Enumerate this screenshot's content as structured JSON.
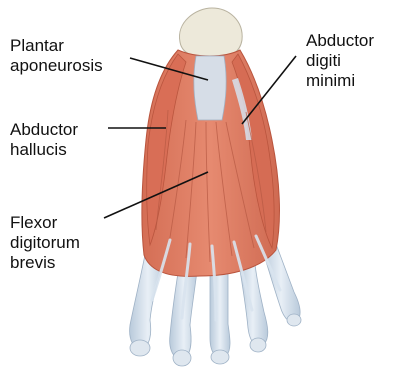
{
  "labels": {
    "plantar_aponeurosis": [
      "Plantar",
      "aponeurosis"
    ],
    "abductor_digiti_minimi": [
      "Abductor",
      "digiti",
      "minimi"
    ],
    "abductor_hallucis": [
      "Abductor",
      "hallucis"
    ],
    "flexor_digitorum_brevis": [
      "Flexor",
      "digitorum",
      "brevis"
    ]
  },
  "colors": {
    "muscle": "#e0826a",
    "muscle_dark": "#c9614a",
    "tendon": "#c8d6e4",
    "tendon_light": "#e3ebf3",
    "bone": "#ece8d8",
    "leader_line": "#111111"
  }
}
